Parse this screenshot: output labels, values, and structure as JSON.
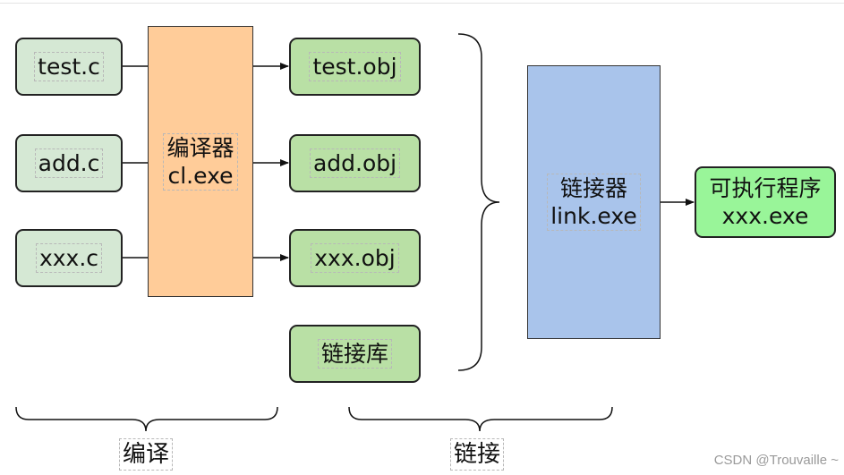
{
  "sources": [
    "test.c",
    "add.c",
    "xxx.c"
  ],
  "compiler": {
    "name": "编译器",
    "exe": "cl.exe"
  },
  "objects": [
    "test.obj",
    "add.obj",
    "xxx.obj"
  ],
  "library": "链接库",
  "linker": {
    "name": "链接器",
    "exe": "link.exe"
  },
  "output": {
    "name": "可执行程序",
    "exe": "xxx.exe"
  },
  "stages": {
    "compile": "编译",
    "link": "链接"
  },
  "watermark": "CSDN @Trouvaille ~",
  "colors": {
    "source": "#d5e8d4",
    "object": "#b9e0a5",
    "compiler": "#ffcc99",
    "linker": "#a9c4eb",
    "output": "#99f599"
  }
}
